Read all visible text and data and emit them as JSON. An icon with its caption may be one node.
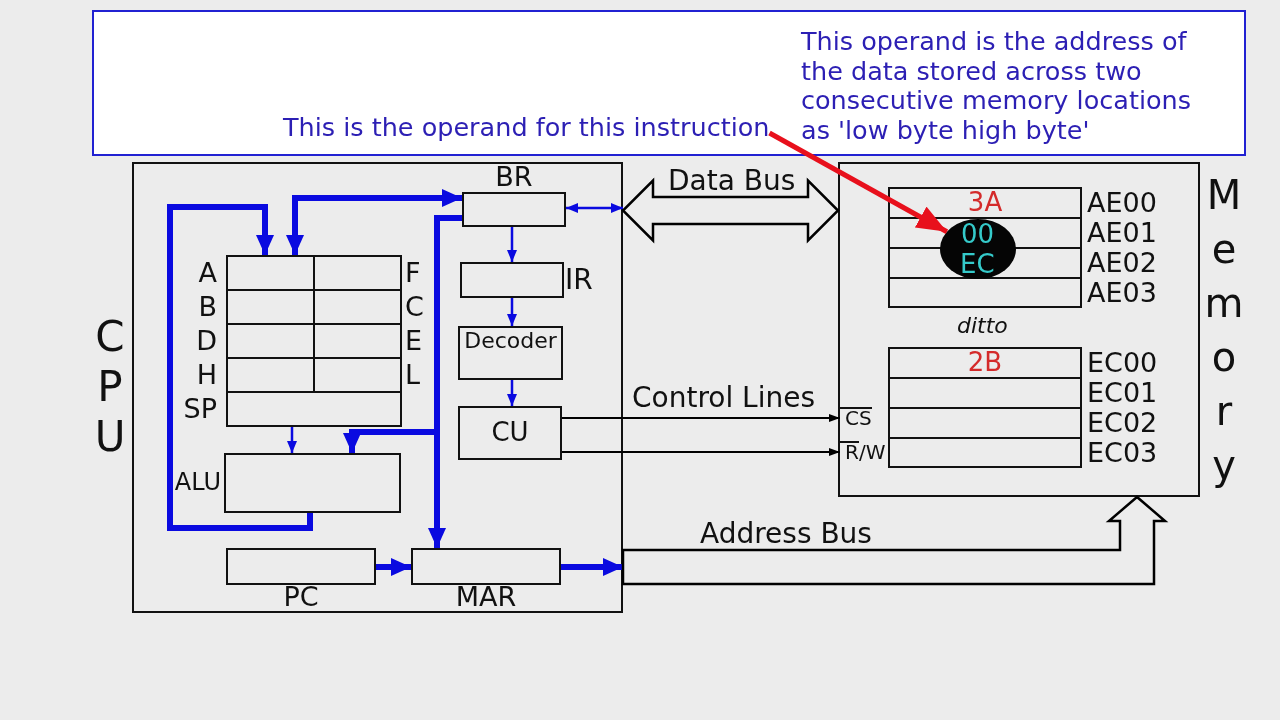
{
  "diagram": {
    "nodes": [
      {
        "text": [
          "This operand is the address of the data stored across two consecutive memory locations as 'low byte high byte'"
        ]
      },
      {
        "text": [
          "This is the operand for this instruction"
        ],
        "in": 0
      },
      {
        "text": [
          "CPU"
        ]
      },
      {
        "text": [
          "A"
        ],
        "in": 2
      },
      {
        "text": [
          "F"
        ],
        "in": 2
      },
      {
        "text": [
          "B"
        ],
        "in": 2
      },
      {
        "text": [
          "C"
        ],
        "in": 2
      },
      {
        "text": [
          "D"
        ],
        "in": 2
      },
      {
        "text": [
          "E"
        ],
        "in": 2
      },
      {
        "text": [
          "H"
        ],
        "in": 2
      },
      {
        "text": [
          "L"
        ],
        "in": 2
      },
      {
        "text": [
          "SP"
        ],
        "in": 2
      },
      {
        "text": [
          "BR"
        ],
        "in": 2
      },
      {
        "text": [
          "IR"
        ],
        "in": 2
      },
      {
        "text": [
          "Decoder"
        ],
        "in": 2
      },
      {
        "text": [
          "CU"
        ],
        "in": 2
      },
      {
        "text": [
          "ALU"
        ],
        "in": 2
      },
      {
        "text": [
          "PC"
        ],
        "in": 2
      },
      {
        "text": [
          "MAR"
        ],
        "in": 2
      },
      {
        "text": [
          "Memory"
        ]
      },
      {
        "text": [
          "3A"
        ],
        "beside": [
          "AE00"
        ],
        "in": 19
      },
      {
        "text": [],
        "shape": "box",
        "beside": [
          "AE01"
        ],
        "in": 19
      },
      {
        "text": [],
        "shape": "box",
        "beside": [
          "AE02"
        ],
        "in": 19
      },
      {
        "text": [],
        "shape": "box",
        "beside": [
          "AE03"
        ],
        "in": 19
      },
      {
        "text": [
          "00",
          "EC"
        ],
        "in": 19
      },
      {
        "text": [
          "2B"
        ],
        "beside": [
          "EC00"
        ],
        "in": 19
      },
      {
        "text": [],
        "shape": "box",
        "beside": [
          "EC01"
        ],
        "in": 19
      },
      {
        "text": [],
        "shape": "box",
        "beside": [
          "EC02"
        ],
        "in": 19
      },
      {
        "text": [],
        "shape": "box",
        "beside": [
          "EC03"
        ],
        "in": 19
      },
      {
        "text": [
          "CS"
        ],
        "in": 19
      },
      {
        "text": [
          "R/W"
        ],
        "in": 19
      }
    ],
    "edges": [
      {
        "from": 1,
        "to": 24,
        "arrow": "to",
        "style": "thick",
        "color": "#e8101c"
      },
      {
        "from": 16,
        "to": 3,
        "arrow": "to",
        "style": "thick"
      },
      {
        "from": 3,
        "to": 12,
        "arrow": "both",
        "style": "thick"
      },
      {
        "from": 12,
        "to": 18,
        "arrow": "to",
        "style": "thick"
      },
      {
        "from": 12,
        "to": 16,
        "arrow": "to",
        "style": "thick"
      },
      {
        "from": 11,
        "to": 16,
        "arrow": "to"
      },
      {
        "from": 12,
        "to": 13,
        "arrow": "to"
      },
      {
        "from": 13,
        "to": 14,
        "arrow": "to"
      },
      {
        "from": 14,
        "to": 15,
        "arrow": "to"
      },
      {
        "from": 12,
        "to": 2,
        "arrow": "both"
      },
      {
        "from": 2,
        "to": 19,
        "arrow": "both",
        "label": "Data Bus",
        "style": "thick",
        "color": "#000000"
      },
      {
        "from": 15,
        "to": 29,
        "arrow": "to",
        "label": "Control Lines",
        "color": "#000000"
      },
      {
        "from": 15,
        "to": 30,
        "arrow": "to",
        "color": "#000000"
      },
      {
        "from": 17,
        "to": 18,
        "arrow": "to",
        "style": "thick"
      },
      {
        "from": 18,
        "to": 2,
        "arrow": "to",
        "style": "thick"
      },
      {
        "from": 2,
        "to": 19,
        "arrow": "to",
        "label": "Address Bus",
        "style": "thick",
        "color": "#000000"
      }
    ],
    "labels": [
      "ditto"
    ]
  }
}
